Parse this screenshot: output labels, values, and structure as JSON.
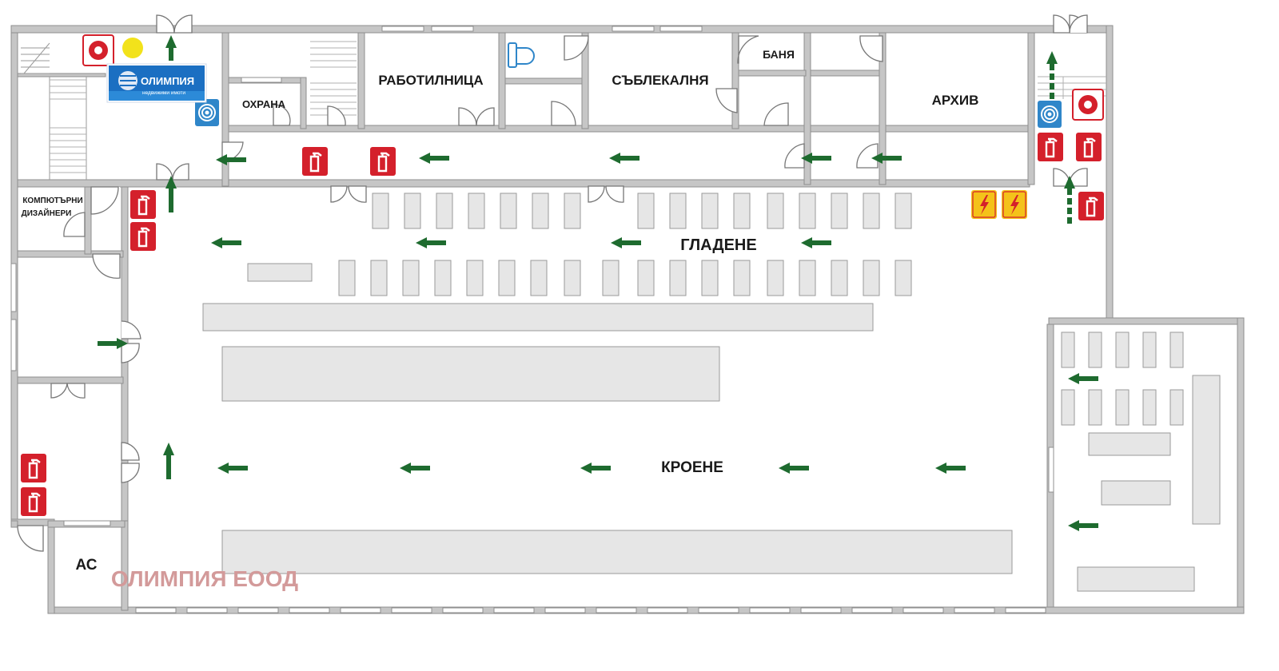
{
  "rooms": {
    "workshop": "РАБОТИЛНИЦА",
    "changing_room": "СЪБЛЕКАЛНЯ",
    "bathroom": "БАНЯ",
    "archive": "АРХИВ",
    "security": "ОХРАНА",
    "designers_line1": "КОМПЮТЪРНИ",
    "designers_line2": "ДИЗАЙНЕРИ",
    "ironing": "ГЛАДЕНЕ",
    "cutting": "КРОЕНЕ",
    "ac": "АС"
  },
  "logo": {
    "text": "ОЛИМПИЯ",
    "tagline": "недвижими имоти"
  },
  "watermark": "ОЛИМПИЯ ЕООД",
  "colors": {
    "wall": "#c6c6c6",
    "wall_edge": "#8f8f8f",
    "furniture": "#e6e6e6",
    "furniture_edge": "#9a9a9a",
    "arrow": "#1e6b2f",
    "extinguisher": "#d4202b",
    "hazard": "#f4c21a",
    "hose": "#2f86c9",
    "watermark": "#d39a9a"
  },
  "icons": [
    "fire-extinguisher-icon",
    "fire-alarm-icon",
    "fire-hose-icon",
    "electrical-hazard-icon",
    "evacuation-arrow-icon",
    "toilet-icon",
    "door-swing-icon"
  ]
}
